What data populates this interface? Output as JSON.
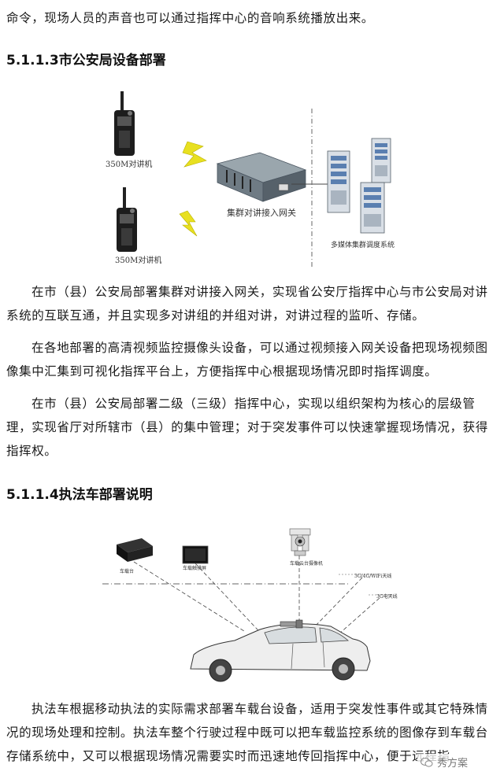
{
  "intro_line": "命令，现场人员的声音也可以通过指挥中心的音响系统播放出来。",
  "section1": {
    "heading": "5.1.1.3市公安局设备部署",
    "figure": {
      "radio_top_label": "350M对讲机",
      "radio_bottom_label": "350M对讲机",
      "gateway_label": "集群对讲接入网关",
      "server_label": "多媒体集群调度系统"
    },
    "paragraphs": [
      "在市（县）公安局部署集群对讲接入网关，实现省公安厅指挥中心与市公安局对讲系统的互联互通，并且实现多对讲组的并组对讲，对讲过程的监听、存储。",
      "在各地部署的高清视频监控摄像头设备，可以通过视频接入网关设备把现场视频图像集中汇集到可视化指挥平台上，方便指挥中心根据现场情况即时指挥调度。",
      "在市（县）公安局部署二级（三级）指挥中心，实现以组织架构为核心的层级管理，实现省厅对所辖市（县）的集中管理；对于突发事件可以快速掌握现场情况，获得指挥权。"
    ]
  },
  "section2": {
    "heading": "5.1.1.4执法车部署说明",
    "figure": {
      "label_vehicle_unit": "车载台",
      "label_display": "车载触摸屏",
      "label_ptz": "车载云台摄像机",
      "label_antenna": "3G/4G/WiFi天线",
      "label_3g": "3G电天线"
    },
    "paragraph": "执法车根据移动执法的实际需求部署车载台设备，适用于突发性事件或其它特殊情况的现场处理和控制。执法车整个行驶过程中既可以把车载监控系统的图像存到车载台存储系统中，又可以根据现场情况需要实时而迅速地传回指挥中心，便于远程指"
  },
  "watermark": {
    "text": "秀方案",
    "icon": "wechat-icon"
  }
}
